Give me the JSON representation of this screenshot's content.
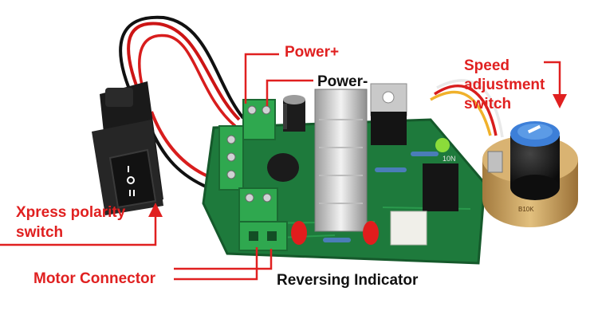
{
  "colors": {
    "annotation_red": "#e02020",
    "annotation_black": "#111111",
    "pcb_green": "#1e7a3c",
    "terminal_green": "#2fa84f",
    "switch_black": "#1a1a1a",
    "knob_blue": "#3d7fd8"
  },
  "callouts": {
    "power_plus": "Power+",
    "power_minus": "Power-",
    "speed_line1": "Speed",
    "speed_line2": "adjustment",
    "speed_line3": "switch",
    "polarity_line1": "Xpress polarity",
    "polarity_line2": "switch",
    "motor_connector": "Motor Connector",
    "reversing_indicator": "Reversing Indicator"
  },
  "component_text": {
    "rocker_marks": "I O II",
    "ic_label": "10N",
    "pot_label": "B10K"
  }
}
